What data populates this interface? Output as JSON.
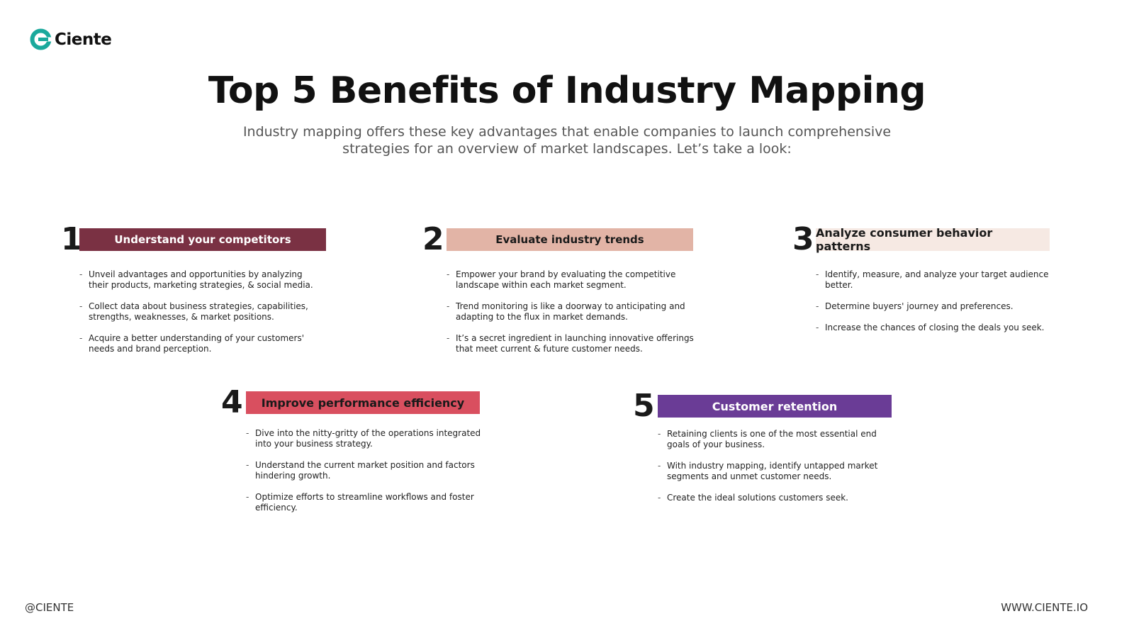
{
  "brand": {
    "name": "Ciente",
    "accent": "#1aa99c"
  },
  "header": {
    "title": "Top 5 Benefits of Industry Mapping",
    "subtitle_line1": "Industry mapping offers these key advantages that enable companies to launch comprehensive",
    "subtitle_line2": "strategies for an overview of market landscapes. Let’s take a look:"
  },
  "benefits": [
    {
      "number": "1",
      "title": "Understand your competitors",
      "bar_color": "#7a3143",
      "text_color": "#ffffff",
      "bullets": [
        "Unveil advantages and opportunities by analyzing their products, marketing strategies, & social media.",
        "Collect data about business strategies, capabilities, strengths, weaknesses, & market positions.",
        "Acquire a better understanding of your customers' needs and brand perception."
      ]
    },
    {
      "number": "2",
      "title": "Evaluate industry trends",
      "bar_color": "#e2b4a6",
      "text_color": "#1a1a1a",
      "bullets": [
        "Empower your brand by evaluating the competitive landscape within each market segment.",
        "Trend monitoring is like a doorway to anticipating and adapting to the flux in market demands.",
        "It’s a secret ingredient in launching innovative offerings that meet current & future customer needs."
      ]
    },
    {
      "number": "3",
      "title": "Analyze consumer behavior patterns",
      "bar_color": "#f6e9e3",
      "text_color": "#1a1a1a",
      "bullets": [
        "Identify, measure, and analyze your target audience better.",
        "Determine buyers' journey and preferences.",
        "Increase the chances of closing the deals you seek."
      ]
    },
    {
      "number": "4",
      "title": "Improve performance efficiency",
      "bar_color": "#d94f5f",
      "text_color": "#1a1a1a",
      "bullets": [
        "Dive into the nitty-gritty of the operations integrated into your business strategy.",
        "Understand the current market position and factors hindering growth.",
        "Optimize efforts to streamline workflows and foster efficiency."
      ]
    },
    {
      "number": "5",
      "title": "Customer retention",
      "bar_color": "#6a3c96",
      "text_color": "#ffffff",
      "bullets": [
        "Retaining clients is one of the most essential end goals of your business.",
        "With industry mapping, identify untapped market segments and unmet customer needs.",
        "Create the ideal solutions customers seek."
      ]
    }
  ],
  "footer": {
    "handle": "@CIENTE",
    "website": "WWW.CIENTE.IO"
  }
}
